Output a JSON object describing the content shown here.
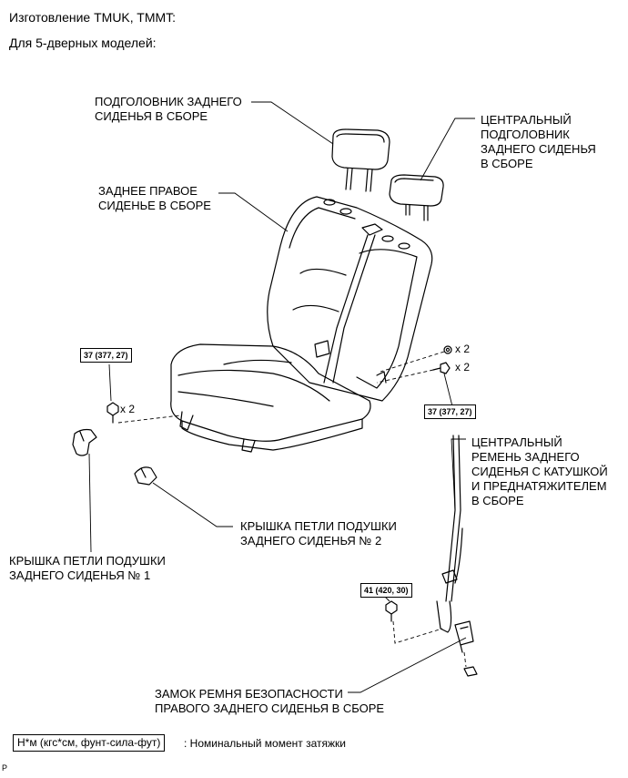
{
  "header": {
    "line1": "Изготовление TMUK, TMMT:",
    "line2": "Для 5-дверных моделей:"
  },
  "labels": {
    "headrest": "ПОДГОЛОВНИК ЗАДНЕГО\nСИДЕНЬЯ В СБОРЕ",
    "center_headrest": "ЦЕНТРАЛЬНЫЙ\nПОДГОЛОВНИК\nЗАДНЕГО СИДЕНЬЯ\nВ СБОРЕ",
    "right_seat": "ЗАДНЕЕ ПРАВОЕ\nСИДЕНЬЕ В СБОРЕ",
    "center_belt": "ЦЕНТРАЛЬНЫЙ\nРЕМЕНЬ ЗАДНЕГО\nСИДЕНЬЯ С КАТУШКОЙ\nИ ПРЕДНАТЯЖИТЕЛЕМ\nВ СБОРЕ",
    "cover_no2": "КРЫШКА ПЕТЛИ ПОДУШКИ\nЗАДНЕГО СИДЕНЬЯ № 2",
    "cover_no1": "КРЫШКА ПЕТЛИ ПОДУШКИ\nЗАДНЕГО СИДЕНЬЯ № 1",
    "buckle": "ЗАМОК РЕМНЯ БЕЗОПАСНОСТИ\nПРАВОГО ЗАДНЕГО СИДЕНЬЯ В СБОРЕ"
  },
  "torque": {
    "left": "37 (377, 27)",
    "right": "37 (377, 27)",
    "buckle": "41 (420, 30)"
  },
  "quantities": {
    "left_bolt": "x 2",
    "right_nut": "x 2",
    "right_bolt": "x 2"
  },
  "legend": {
    "unit_box": "Н*м (кгс*см, фунт-сила-фут)",
    "description": ": Номинальный момент затяжки"
  },
  "footer": {
    "mark": "P"
  }
}
